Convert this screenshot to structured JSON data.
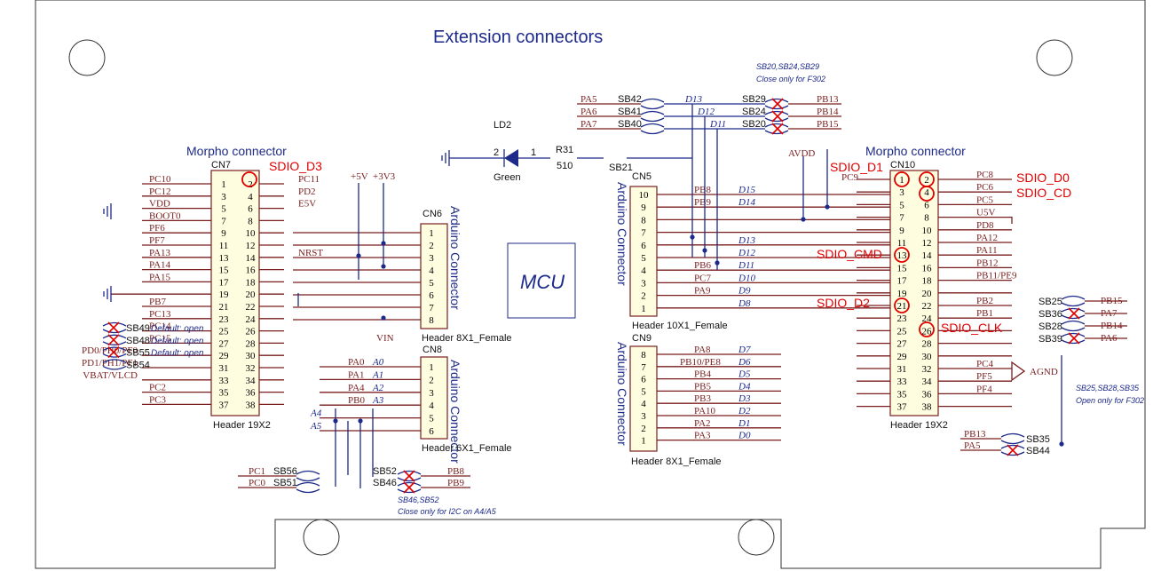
{
  "title": "Extension connectors",
  "mcu_label": "MCU",
  "cn7": {
    "heading": "Morpho connector",
    "ref": "CN7",
    "footer": "Header 19X2",
    "left_pins": [
      "1",
      "3",
      "5",
      "7",
      "9",
      "11",
      "13",
      "15",
      "17",
      "19",
      "21",
      "23",
      "25",
      "27",
      "29",
      "31",
      "33",
      "35",
      "37"
    ],
    "right_pins": [
      "2",
      "4",
      "6",
      "8",
      "10",
      "12",
      "14",
      "16",
      "18",
      "20",
      "22",
      "24",
      "26",
      "28",
      "30",
      "32",
      "34",
      "36",
      "38"
    ],
    "left_nets": [
      "PC10",
      "PC12",
      "VDD",
      "BOOT0",
      "PF6",
      "PF7",
      "PA13",
      "PA14",
      "PA15",
      "",
      "PB7",
      "PC13",
      "PC14",
      "PC15",
      "PD0/PH0/PF0",
      "PD1/PH1/PF1",
      "VBAT/VLCD",
      "PC2",
      "PC3"
    ],
    "right_nets": [
      "PC11",
      "PD2",
      "E5V",
      "",
      "",
      "",
      "NRST",
      "",
      "",
      "",
      "",
      "",
      "",
      "",
      "",
      "",
      "",
      "",
      ""
    ],
    "solder_bridges": [
      {
        "name": "SB49",
        "note": "Default: open"
      },
      {
        "name": "SB48",
        "note": "Default: open"
      },
      {
        "name": "SB55",
        "note": "Default: open"
      },
      {
        "name": "SB54",
        "note": ""
      }
    ]
  },
  "cn10": {
    "heading": "Morpho connector",
    "ref": "CN10",
    "footer": "Header 19X2",
    "left_pins": [
      "1",
      "3",
      "5",
      "7",
      "9",
      "11",
      "13",
      "15",
      "17",
      "19",
      "21",
      "23",
      "25",
      "27",
      "29",
      "31",
      "33",
      "35",
      "37"
    ],
    "right_pins": [
      "2",
      "4",
      "6",
      "8",
      "10",
      "12",
      "14",
      "16",
      "18",
      "20",
      "22",
      "24",
      "26",
      "28",
      "30",
      "32",
      "34",
      "36",
      "38"
    ],
    "left_nets": [
      "PC9",
      "",
      "",
      "",
      "",
      "",
      "",
      "",
      "",
      "",
      "",
      "",
      "",
      "",
      "",
      "",
      "",
      "",
      ""
    ],
    "right_nets": [
      "PC8",
      "PC6",
      "PC5",
      "U5V",
      "PD8",
      "PA12",
      "PA11",
      "PB12",
      "PB11/PE9",
      "",
      "PB2",
      "PB1",
      "PB15",
      "PB14",
      "PA6",
      "PC4",
      "PF5",
      "PF4",
      ""
    ],
    "bridges": [
      {
        "name": "SB25",
        "net": "PB15"
      },
      {
        "name": "SB36",
        "net": "PA7"
      },
      {
        "name": "SB28",
        "net": "PB14"
      },
      {
        "name": "SB39",
        "net": "PA6"
      }
    ],
    "agnd": "AGND",
    "avdd": "AVDD",
    "note": "SB25,SB28,SB35",
    "note2": "Open only for F302"
  },
  "cn6": {
    "ref": "CN6",
    "title": "Arduino Connector",
    "footer": "Header 8X1_Female",
    "pins": [
      "1",
      "2",
      "3",
      "4",
      "5",
      "6",
      "7",
      "8"
    ],
    "top_labels": [
      "+5V",
      "+3V3"
    ],
    "vin": "VIN"
  },
  "cn8": {
    "ref": "CN8",
    "title": "Arduino Connector",
    "footer": "Header 6X1_Female",
    "pins": [
      "1",
      "2",
      "3",
      "4",
      "5",
      "6"
    ],
    "nets": [
      "PA0",
      "PA1",
      "PA4",
      "PB0",
      "",
      ""
    ],
    "signals": [
      "A0",
      "A1",
      "A2",
      "A3",
      "A4",
      "A5"
    ],
    "bottom": [
      {
        "net": "PC1",
        "sb": "SB56"
      },
      {
        "net": "PC0",
        "sb": "SB51"
      },
      {
        "net": "PB8",
        "sb": "SB52"
      },
      {
        "net": "PB9",
        "sb": "SB46"
      }
    ],
    "note1": "SB46,SB52",
    "note2": "Close only for I2C on A4/A5"
  },
  "cn5": {
    "ref": "CN5",
    "title": "Arduino Connector",
    "footer": "Header 10X1_Female",
    "pins": [
      "10",
      "9",
      "8",
      "7",
      "6",
      "5",
      "4",
      "3",
      "2",
      "1"
    ],
    "nets": [
      "PB8",
      "PB9",
      "",
      "",
      "",
      "",
      "PB6",
      "PC7",
      "PA9",
      ""
    ],
    "signals": [
      "D15",
      "D14",
      "",
      "",
      "D13",
      "D12",
      "D11",
      "D10",
      "D9",
      "D8"
    ]
  },
  "cn9": {
    "ref": "CN9",
    "title": "Arduino Connector",
    "footer": "Header 8X1_Female",
    "pins": [
      "8",
      "7",
      "6",
      "5",
      "4",
      "3",
      "2",
      "1"
    ],
    "nets": [
      "PA8",
      "PB10/PE8",
      "PB4",
      "PB5",
      "PB3",
      "PA10",
      "PA2",
      "PA3"
    ],
    "signals": [
      "D7",
      "D6",
      "D5",
      "D4",
      "D3",
      "D2",
      "D1",
      "D0"
    ]
  },
  "top_bridges": [
    {
      "net": "PA5",
      "sb": "SB42",
      "sig": "D13",
      "sb2": "SB29",
      "net2": "PB13"
    },
    {
      "net": "PA6",
      "sb": "SB41",
      "sig": "D12",
      "sb2": "SB24",
      "net2": "PB14"
    },
    {
      "net": "PA7",
      "sb": "SB40",
      "sig": "D11",
      "sb2": "SB20",
      "net2": "PB15"
    }
  ],
  "top_note1": "SB20,SB24,SB29",
  "top_note2": "Close only for F302",
  "led": {
    "ref": "LD2",
    "color": "Green",
    "r": "R31",
    "rv": "510",
    "sb": "SB21",
    "p1": "1",
    "p2": "2"
  },
  "bottom_right_bridges": [
    {
      "net": "PB13",
      "sb": "SB35"
    },
    {
      "net": "PA5",
      "sb": "SB44"
    }
  ],
  "annotations": {
    "sdio_d3": "SDIO_D3",
    "sdio_d1": "SDIO_D1",
    "sdio_d0": "SDIO_D0",
    "sdio_cd": "SDIO_CD",
    "sdio_cmd": "SDIO_CMD",
    "sdio_d2": "SDIO_D2",
    "sdio_clk": "SDIO_CLK"
  },
  "colors": {
    "wire": "#1d2a8a",
    "net": "#7a1e1e",
    "highlight": "#e00000",
    "box": "#fffde0"
  }
}
